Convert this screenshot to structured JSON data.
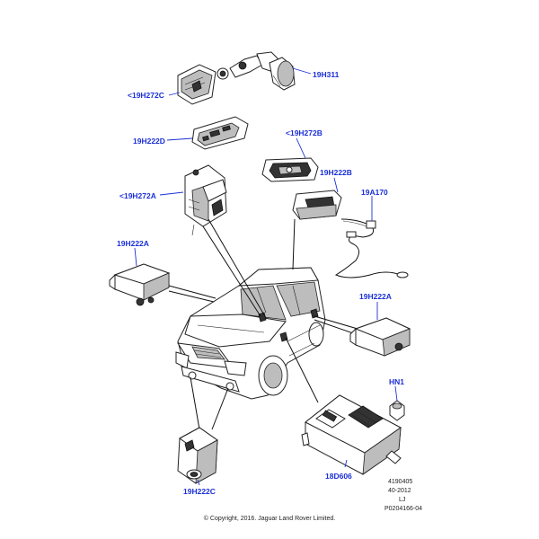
{
  "callouts": {
    "ra_c_top": "<19H272C",
    "h311": "19H311",
    "d222": "19H222D",
    "ra_b": "<19H272B",
    "a272": "<19H272A",
    "b222": "19H222B",
    "a170": "19A170",
    "a222_left": "19H222A",
    "a222_right": "19H222A",
    "hn1": "HN1",
    "d606": "18D606",
    "c222_bottom": "19H222C"
  },
  "meta": {
    "code1": "4190405",
    "code2": "40-2012",
    "code3": "LJ",
    "code4": "P0204166-04"
  },
  "copyright": "© Copyright, 2016. Jaguar Land Rover Limited.",
  "colors": {
    "callout": "#1b2fd6",
    "line": "#111111"
  }
}
